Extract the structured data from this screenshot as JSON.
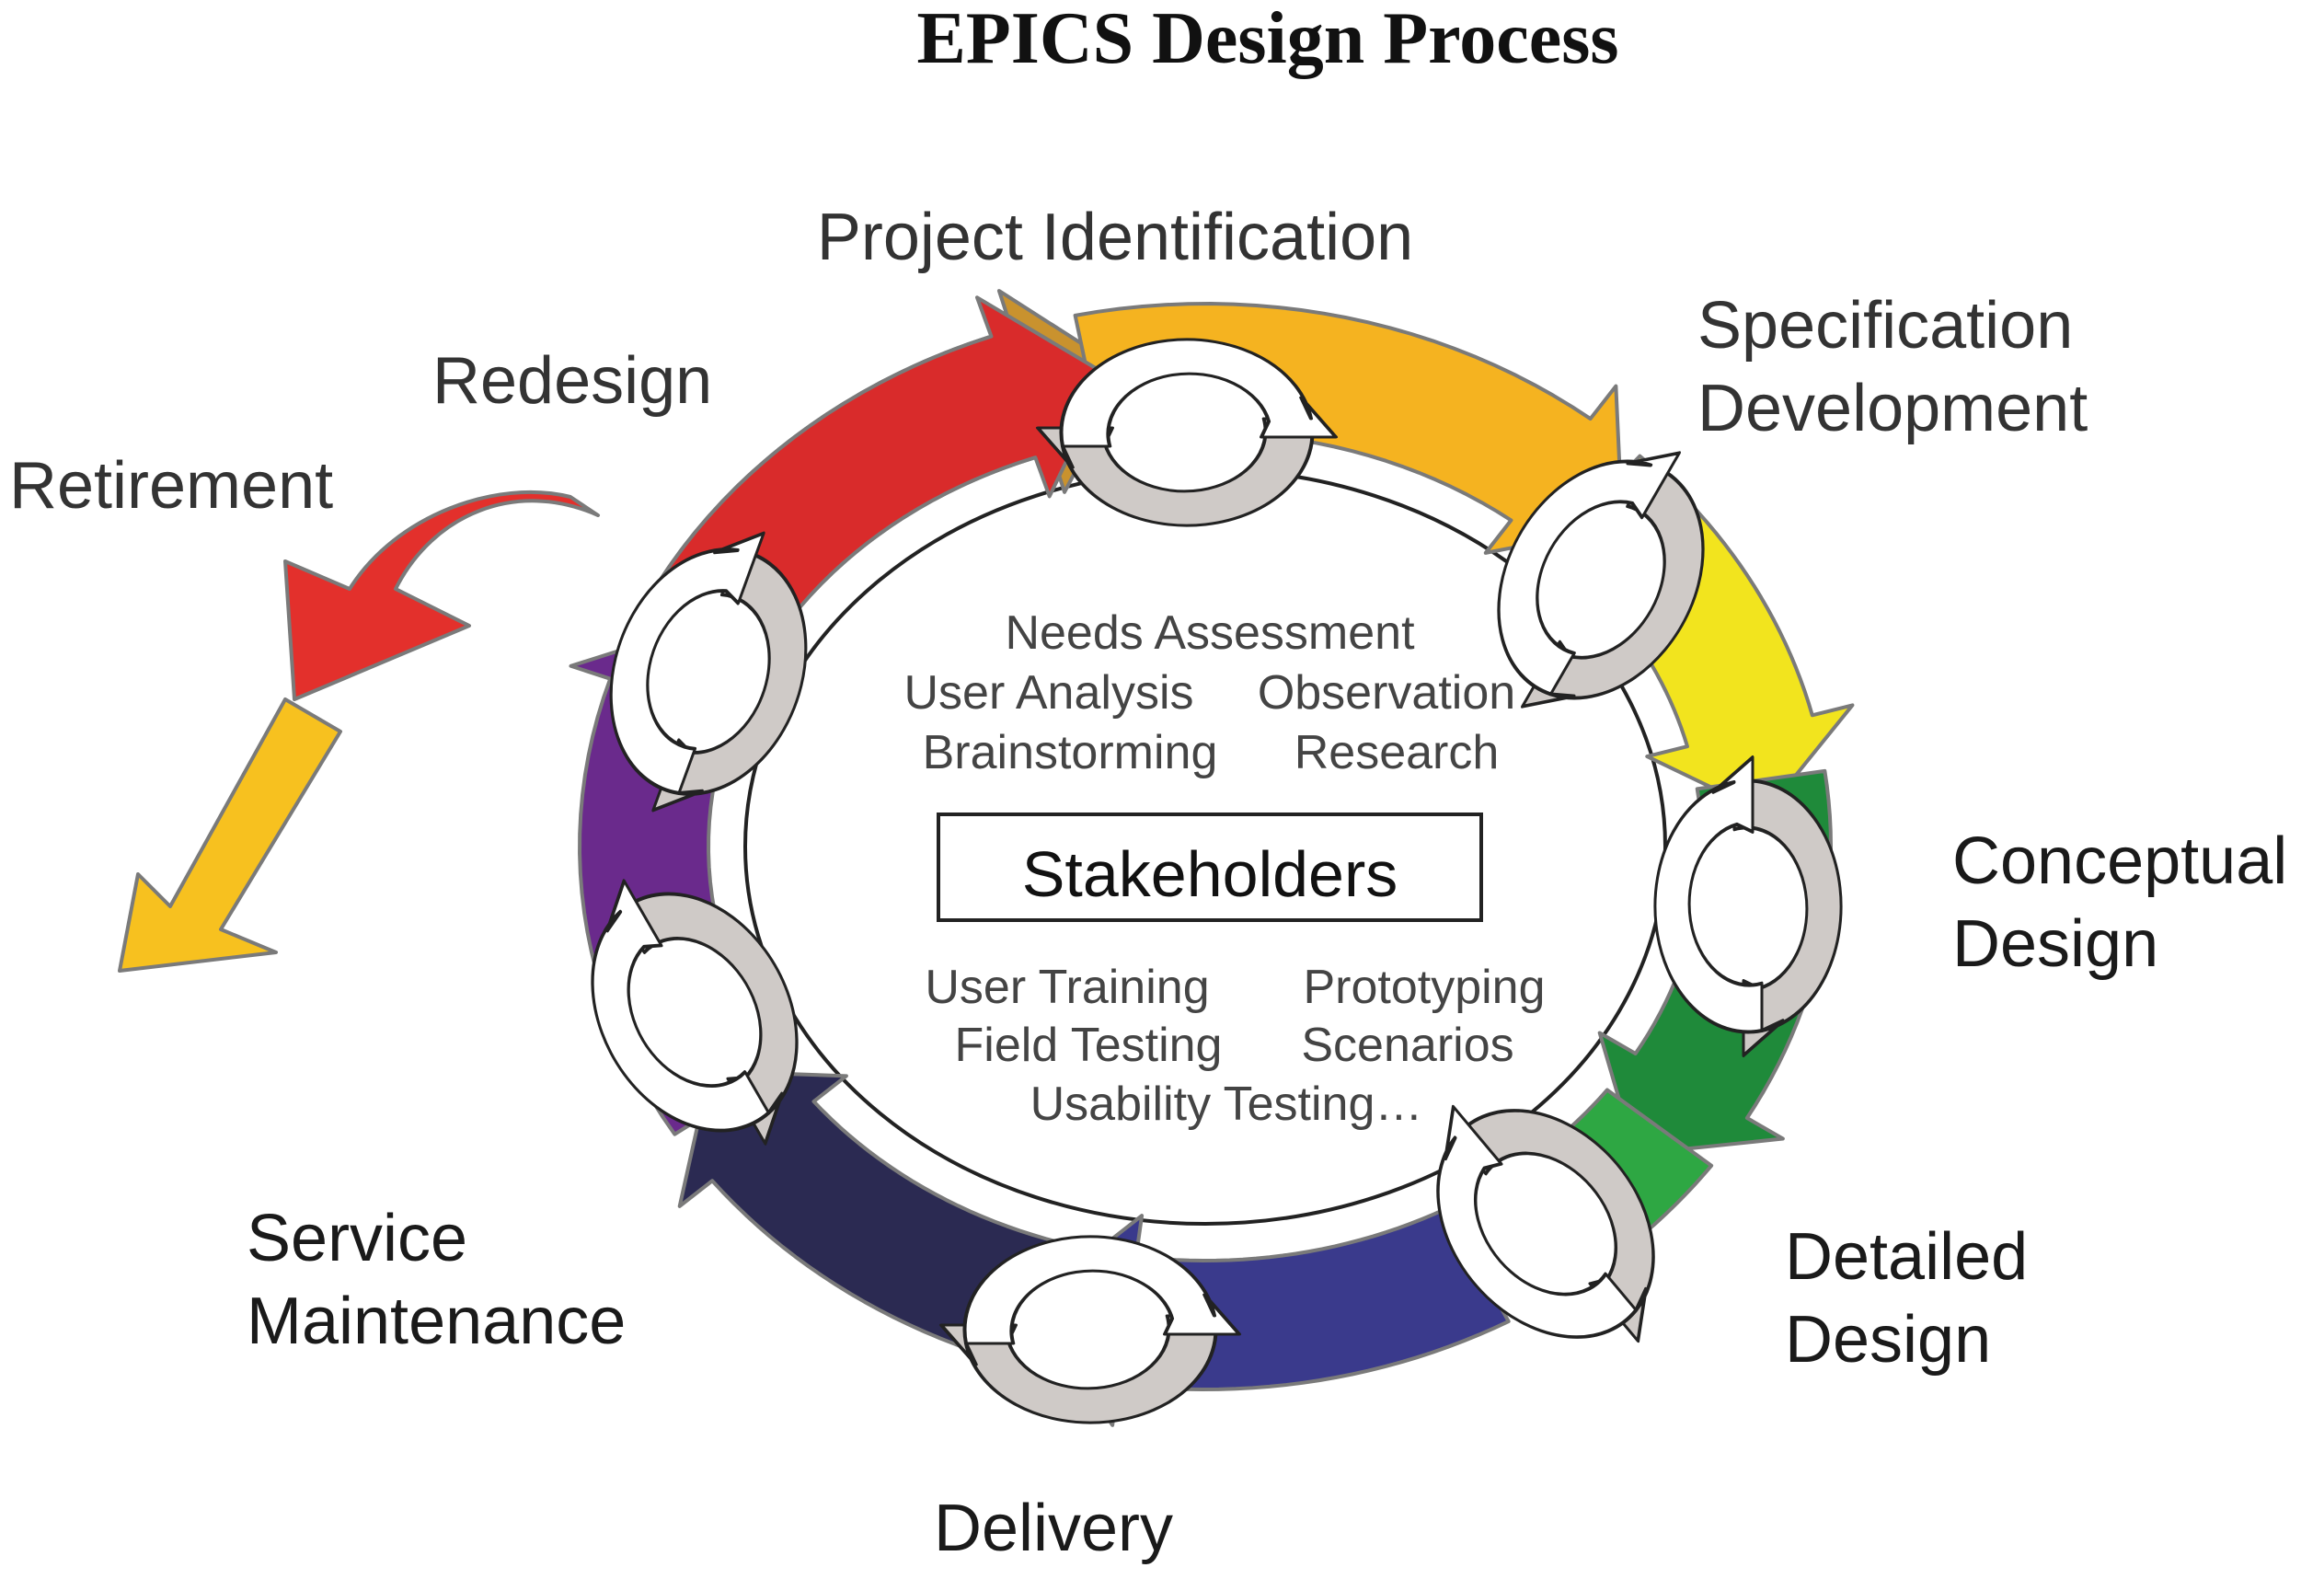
{
  "title": "EPICS Design Process",
  "stages": {
    "project_identification": "Project Identification",
    "specification_line1": "Specification",
    "specification_line2": "Development",
    "conceptual_line1": "Conceptual",
    "conceptual_line2": "Design",
    "detailed_line1": "Detailed",
    "detailed_line2": "Design",
    "delivery": "Delivery",
    "service_line1": "Service",
    "service_line2": "Maintenance",
    "redesign": "Redesign",
    "retirement": "Retirement"
  },
  "center": {
    "label": "Stakeholders"
  },
  "activities": {
    "needs_assessment": "Needs Assessment",
    "user_analysis": "User Analysis",
    "observation": "Observation",
    "brainstorming": "Brainstorming",
    "research": "Research",
    "user_training": "User Training",
    "prototyping": "Prototyping",
    "field_testing": "Field Testing",
    "scenarios": "Scenarios",
    "usability_testing": "Usability Testing…"
  },
  "colors": {
    "project_identification": "#c9922e",
    "specification_development": "#f5b320",
    "specification_to_conceptual": "#f2e41e",
    "conceptual_design": "#1f8a3a",
    "detailed_design": "#2ea743",
    "detailed_to_delivery": "#3a3a8c",
    "delivery": "#2b2a52",
    "service_maintenance": "#6a2a8c",
    "redesign": "#d92b2b",
    "retirement_arrow": "#e3302c",
    "exit_arrow": "#f7c11f"
  }
}
